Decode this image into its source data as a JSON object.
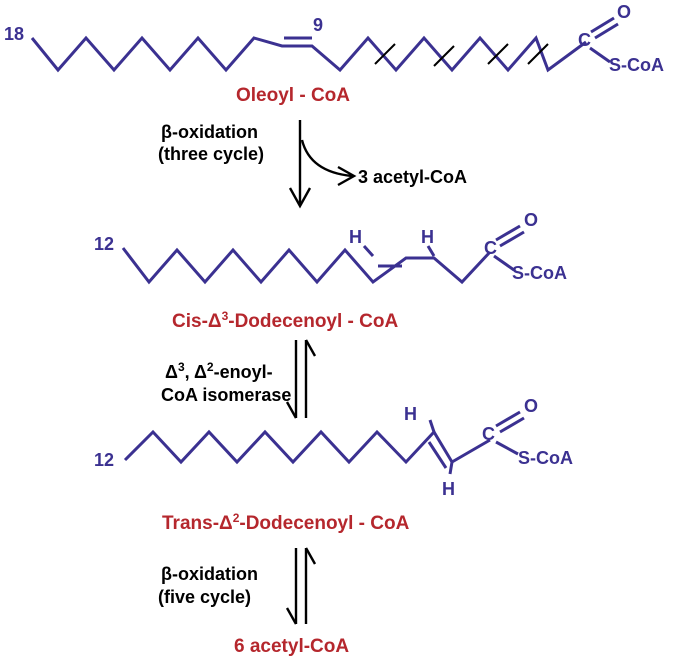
{
  "structures": {
    "oleoyl": {
      "carbon_start": "18",
      "carbon_double_bond": "9",
      "carbonyl_c": "C",
      "carbonyl_o": "O",
      "thioester": "S-CoA",
      "name": "Oleoyl - CoA"
    },
    "cis": {
      "carbon_start": "12",
      "h_left": "H",
      "h_right": "H",
      "carbonyl_c": "C",
      "carbonyl_o": "O",
      "thioester": "S-CoA",
      "name_prefix": "Cis-Δ",
      "name_sup": "3",
      "name_suffix": "-Dodecenoyl - CoA"
    },
    "trans": {
      "carbon_start": "12",
      "h_top": "H",
      "h_bottom": "H",
      "carbonyl_c": "C",
      "carbonyl_o": "O",
      "thioester": "S-CoA",
      "name_prefix": "Trans-Δ",
      "name_sup": "2",
      "name_suffix": "-Dodecenoyl - CoA"
    }
  },
  "steps": {
    "step1": {
      "line1": "β-oxidation",
      "line2": "(three cycle)",
      "product": "3 acetyl-CoA"
    },
    "step2": {
      "line1_a": "Δ",
      "line1_sup_a": "3",
      "line1_b": ", Δ",
      "line1_sup_b": "2",
      "line1_c": "-enoyl-",
      "line2": "CoA isomerase"
    },
    "step3": {
      "line1": "β-oxidation",
      "line2": "(five cycle)"
    }
  },
  "final_product": "6 acetyl-CoA",
  "colors": {
    "structure": "#3b3191",
    "compound_name": "#b5272d",
    "arrow": "#000000"
  }
}
